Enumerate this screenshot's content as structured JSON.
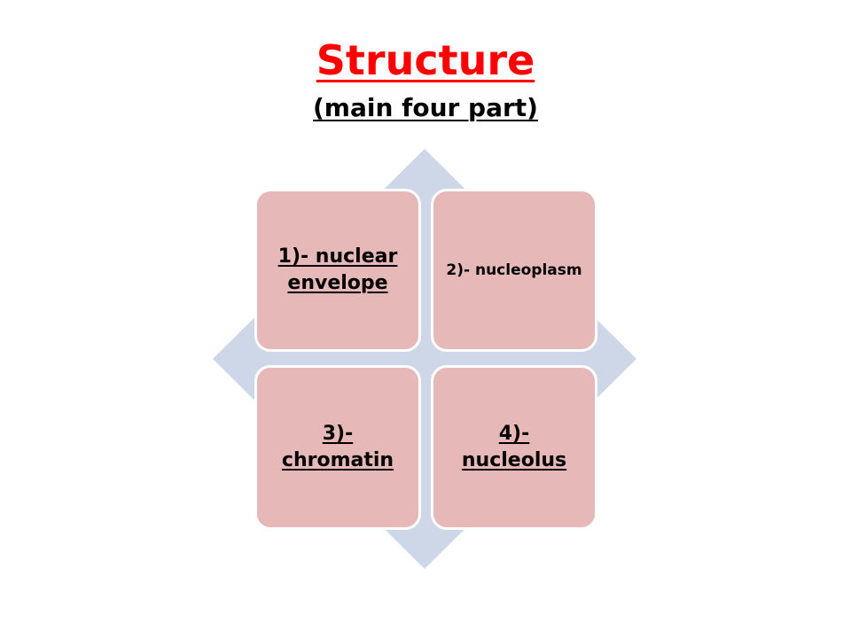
{
  "heading": {
    "title": "Structure",
    "subtitle": "(main four part)"
  },
  "diagram": {
    "parts": [
      {
        "label": "1)- nuclear envelope"
      },
      {
        "label": "2)- nucleoplasm"
      },
      {
        "label": "3)- chromatin"
      },
      {
        "label": "4)- nucleolus"
      }
    ]
  },
  "colors": {
    "title": "#ff0000",
    "box_fill": "#e6b9b8",
    "diamond_fill": "#ced7e7",
    "text": "#000000"
  }
}
